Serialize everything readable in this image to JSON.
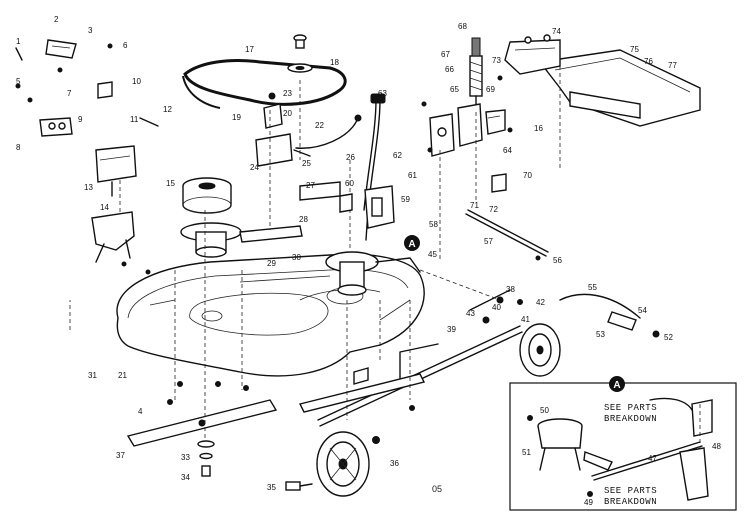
{
  "callouts": [
    {
      "id": "c1",
      "text": "1"
    },
    {
      "id": "c2",
      "text": "2"
    },
    {
      "id": "c3",
      "text": "3"
    },
    {
      "id": "c4",
      "text": "4"
    },
    {
      "id": "c5",
      "text": "5"
    },
    {
      "id": "c6",
      "text": "6"
    },
    {
      "id": "c7",
      "text": "7"
    },
    {
      "id": "c8",
      "text": "8"
    },
    {
      "id": "c9",
      "text": "9"
    },
    {
      "id": "c10",
      "text": "10"
    },
    {
      "id": "c11",
      "text": "11"
    },
    {
      "id": "c12",
      "text": "12"
    },
    {
      "id": "c13",
      "text": "13"
    },
    {
      "id": "c14",
      "text": "14"
    },
    {
      "id": "c15",
      "text": "15"
    },
    {
      "id": "c16",
      "text": "16"
    },
    {
      "id": "c17",
      "text": "17"
    },
    {
      "id": "c18",
      "text": "18"
    },
    {
      "id": "c19",
      "text": "19"
    },
    {
      "id": "c20",
      "text": "20"
    },
    {
      "id": "c21",
      "text": "21"
    },
    {
      "id": "c22",
      "text": "22"
    },
    {
      "id": "c23",
      "text": "23"
    },
    {
      "id": "c24",
      "text": "24"
    },
    {
      "id": "c25",
      "text": "25"
    },
    {
      "id": "c26",
      "text": "26"
    },
    {
      "id": "c27",
      "text": "27"
    },
    {
      "id": "c28",
      "text": "28"
    },
    {
      "id": "c29",
      "text": "29"
    },
    {
      "id": "c30",
      "text": "30"
    },
    {
      "id": "c31",
      "text": "31"
    },
    {
      "id": "c33",
      "text": "33"
    },
    {
      "id": "c34",
      "text": "34"
    },
    {
      "id": "c35",
      "text": "35"
    },
    {
      "id": "c36",
      "text": "36"
    },
    {
      "id": "c37",
      "text": "37"
    },
    {
      "id": "c38",
      "text": "38"
    },
    {
      "id": "c39",
      "text": "39"
    },
    {
      "id": "c40",
      "text": "40"
    },
    {
      "id": "c41",
      "text": "41"
    },
    {
      "id": "c42",
      "text": "42"
    },
    {
      "id": "c43",
      "text": "43"
    },
    {
      "id": "c45",
      "text": "45"
    },
    {
      "id": "c47",
      "text": "47"
    },
    {
      "id": "c48",
      "text": "48"
    },
    {
      "id": "c49",
      "text": "49"
    },
    {
      "id": "c50",
      "text": "50"
    },
    {
      "id": "c51",
      "text": "51"
    },
    {
      "id": "c52",
      "text": "52"
    },
    {
      "id": "c53",
      "text": "53"
    },
    {
      "id": "c54",
      "text": "54"
    },
    {
      "id": "c55",
      "text": "55"
    },
    {
      "id": "c56",
      "text": "56"
    },
    {
      "id": "c57",
      "text": "57"
    },
    {
      "id": "c58",
      "text": "58"
    },
    {
      "id": "c59",
      "text": "59"
    },
    {
      "id": "c60",
      "text": "60"
    },
    {
      "id": "c61",
      "text": "61"
    },
    {
      "id": "c62",
      "text": "62"
    },
    {
      "id": "c63",
      "text": "63"
    },
    {
      "id": "c64",
      "text": "64"
    },
    {
      "id": "c65",
      "text": "65"
    },
    {
      "id": "c66",
      "text": "66"
    },
    {
      "id": "c67",
      "text": "67"
    },
    {
      "id": "c68",
      "text": "68"
    },
    {
      "id": "c69",
      "text": "69"
    },
    {
      "id": "c70",
      "text": "70"
    },
    {
      "id": "c71",
      "text": "71"
    },
    {
      "id": "c72",
      "text": "72"
    },
    {
      "id": "c73",
      "text": "73"
    },
    {
      "id": "c74",
      "text": "74"
    },
    {
      "id": "c75",
      "text": "75"
    },
    {
      "id": "c76",
      "text": "76"
    },
    {
      "id": "c77",
      "text": "77"
    }
  ],
  "detail_marker": "A",
  "inset": {
    "marker": "A",
    "see_parts_top": [
      "SEE PARTS",
      "BREAKDOWN"
    ],
    "see_parts_bottom": [
      "SEE PARTS",
      "BREAKDOWN"
    ]
  },
  "footer_code": "05"
}
